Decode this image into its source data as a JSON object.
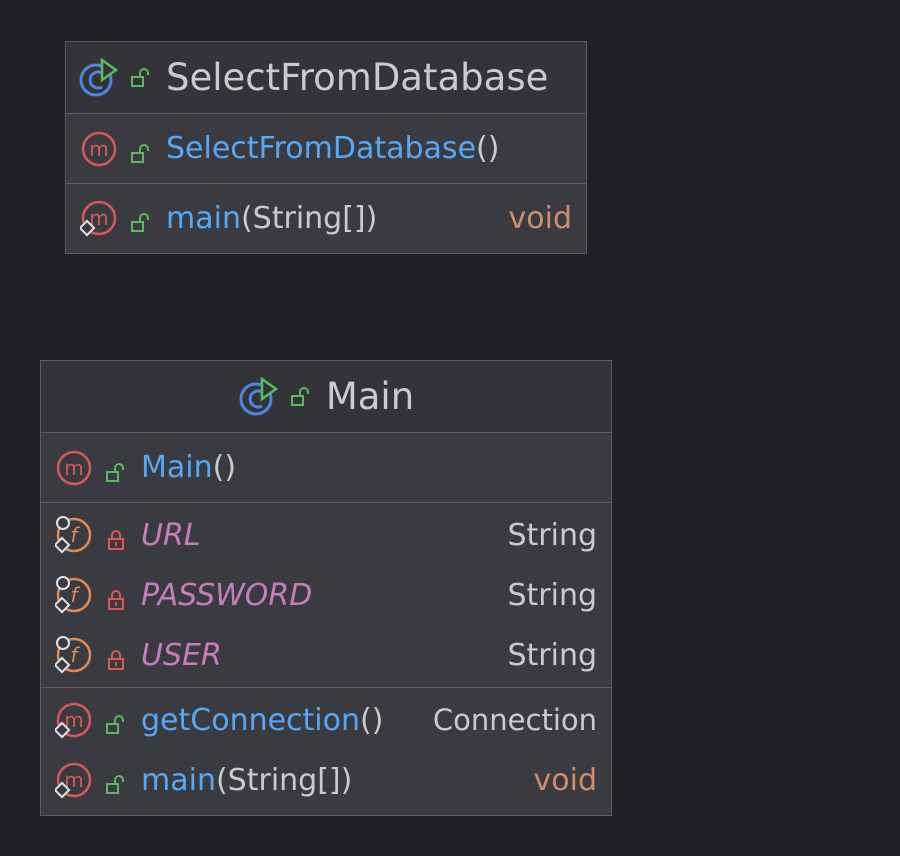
{
  "colors": {
    "method_icon": "#d55959",
    "field_icon": "#e28a54",
    "class_icon": "#4e86e6",
    "run_badge": "#5fb85f",
    "public_lock": "#5fb85f",
    "private_lock": "#e05555"
  },
  "classes": [
    {
      "name": "SelectFromDatabase",
      "icon": "class-icon",
      "constructors": [
        {
          "name": "SelectFromDatabase",
          "params": "()",
          "type": ""
        }
      ],
      "methods": [
        {
          "name": "main",
          "params": "(String[])",
          "type": "void"
        }
      ]
    },
    {
      "name": "Main",
      "icon": "class-icon",
      "constructors": [
        {
          "name": "Main",
          "params": "()",
          "type": ""
        }
      ],
      "fields": [
        {
          "name": "URL",
          "type": "String"
        },
        {
          "name": "PASSWORD",
          "type": "String"
        },
        {
          "name": "USER",
          "type": "String"
        }
      ],
      "methods": [
        {
          "name": "getConnection",
          "params": "()",
          "type": "Connection"
        },
        {
          "name": "main",
          "params": "(String[])",
          "type": "void"
        }
      ]
    }
  ]
}
